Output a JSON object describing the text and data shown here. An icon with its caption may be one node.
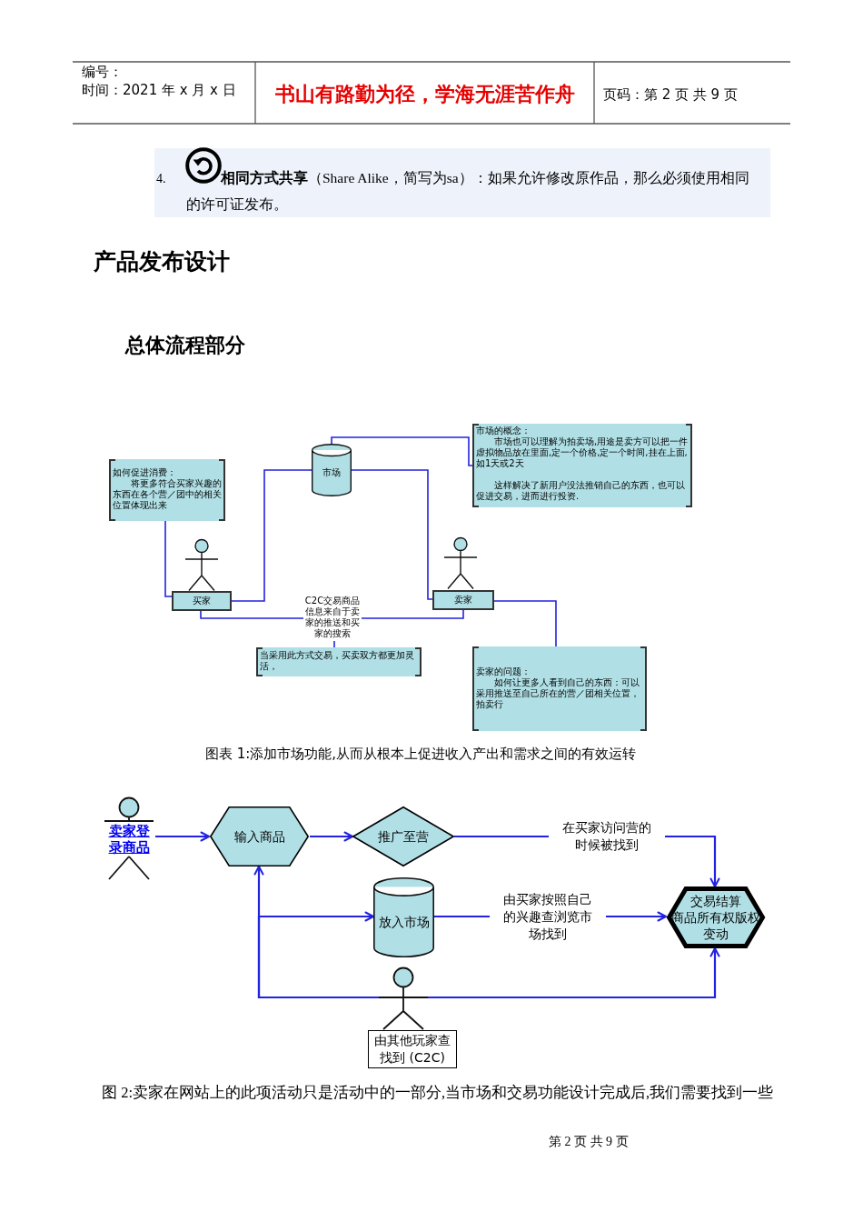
{
  "diagram": {
    "title": "产品发布设计",
    "nodes": [
      {
        "text": [
          "如何促进消费：",
          "将更多符合买家兴趣的东西在各个营／团中的相关位置体现出来"
        ]
      },
      {
        "text": [
          "市场"
        ]
      },
      {
        "text": [
          "市场的概念：",
          "市场也可以理解为拍卖场,用途是卖方可以把一件虚拟物品放在里面,定一个价格,定一个时间,挂在上面,如1天或2天",
          "这样解决了新用户没法推销自己的东西，也可以促进交易，进而进行投资."
        ]
      },
      {
        "text": [
          "买家"
        ]
      },
      {
        "text": [
          "卖家"
        ]
      },
      {
        "text": [
          "C2C交易商品信息来自于卖家的推送和买家的搜索"
        ]
      },
      {
        "text": [
          "当采用此方式交易，买卖双方都更加灵活，"
        ]
      },
      {
        "text": [
          "卖家的问题：",
          "如何让更多人看到自己的东西：可以采用推送至自己所在的营／团相关位置，拍卖行"
        ]
      },
      {
        "text": [
          "卖家登录商品"
        ]
      },
      {
        "text": [
          "输入商品"
        ]
      },
      {
        "text": [
          "推广至营"
        ]
      },
      {
        "text": [
          "放入市场"
        ]
      },
      {
        "text": [
          "交易结算",
          "商品所有权版权变动"
        ]
      },
      {
        "text": [],
        "shape": "person"
      },
      {
        "text": [
          "由其他玩家查找到 (C2C)"
        ]
      }
    ],
    "edges": [
      {
        "from": 0,
        "to": 3,
        "arrow": "none"
      },
      {
        "from": 3,
        "to": 1,
        "arrow": "none"
      },
      {
        "from": 1,
        "to": 4,
        "arrow": "none"
      },
      {
        "from": 1,
        "to": 2,
        "arrow": "none"
      },
      {
        "from": 3,
        "to": 5,
        "arrow": "none"
      },
      {
        "from": 4,
        "to": 5,
        "arrow": "none"
      },
      {
        "from": 5,
        "to": 6,
        "arrow": "none"
      },
      {
        "from": 4,
        "to": 7,
        "arrow": "none"
      },
      {
        "from": 8,
        "to": 9,
        "arrow": "to"
      },
      {
        "from": 9,
        "to": 10,
        "arrow": "to"
      },
      {
        "from": 10,
        "to": 12,
        "arrow": "to",
        "label": "在买家访问营的时候被找到"
      },
      {
        "from": 11,
        "to": 12,
        "arrow": "to",
        "label": "由买家按照自己的兴趣查浏览市场找到"
      },
      {
        "from": 13,
        "to": 9,
        "arrow": "to"
      },
      {
        "from": 13,
        "to": 11,
        "arrow": "to"
      },
      {
        "from": 13,
        "to": 12,
        "arrow": "to"
      }
    ],
    "labels": [
      "编号：",
      "时间：2021 年 x 月 x 日",
      "书山有路勤为径，学海无涯苦作舟",
      "页码：第 2 页 共 9 页",
      "4.",
      "**相同方式共享**（Share Alike，简写为sa）：如果允许修改原作品，那么必须使用相同的许可证发布。",
      "总体流程部分",
      "图表 1:添加市场功能,从而从根本上促进收入产出和需求之间的有效运转",
      "图 2:卖家在网站上的此项活动只是活动中的一部分,当市场和交易功能设计完成后,我们需要找到一些",
      "第 2 页 共 9 页"
    ]
  }
}
